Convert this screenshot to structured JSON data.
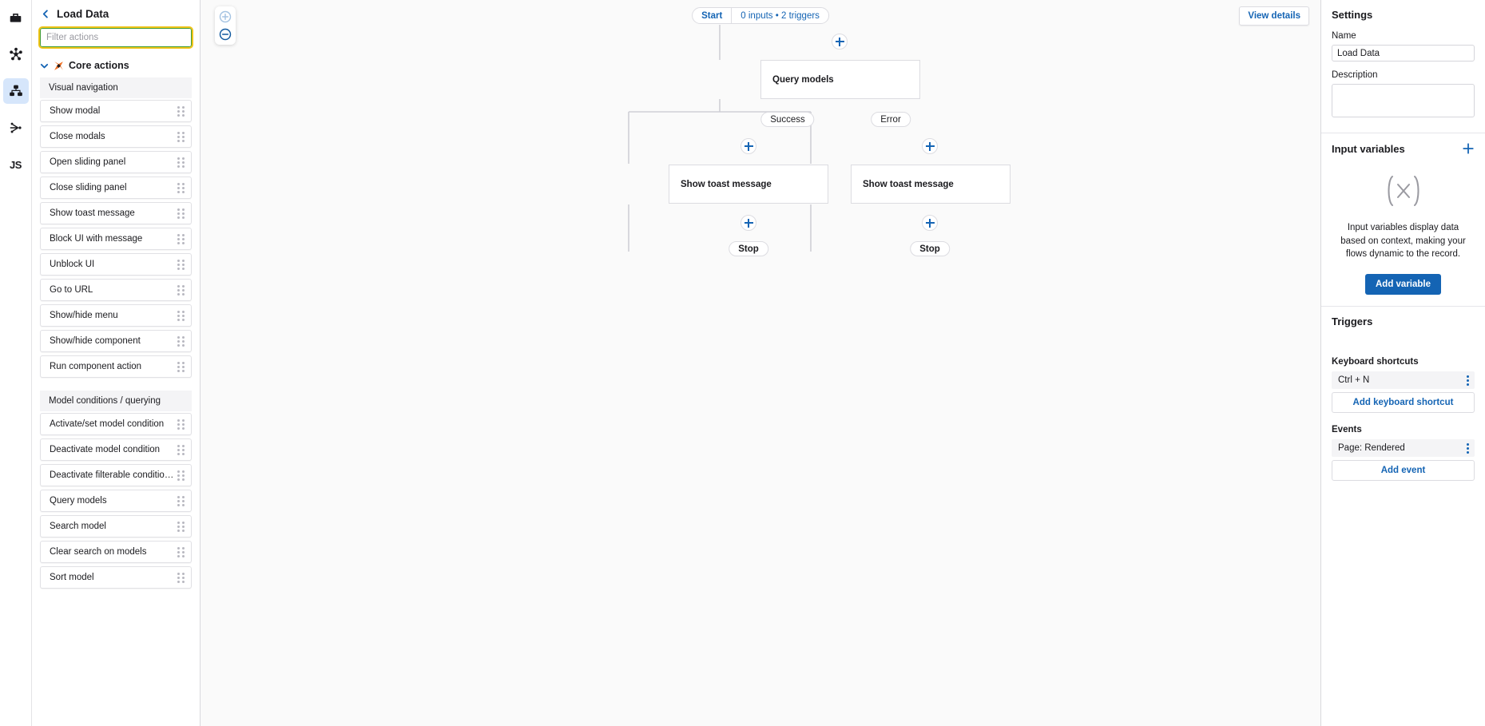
{
  "rail": {
    "items": [
      {
        "name": "toolbox-icon",
        "label": "Toolbox",
        "active": false
      },
      {
        "name": "model-graph-icon",
        "label": "Models",
        "active": false
      },
      {
        "name": "hierarchy-icon",
        "label": "Flows",
        "active": true
      },
      {
        "name": "branch-merge-icon",
        "label": "Branches",
        "active": false
      },
      {
        "name": "javascript-icon",
        "label": "JS",
        "active": false
      }
    ]
  },
  "actions_panel": {
    "back_label": "Load Data",
    "filter_placeholder": "Filter actions",
    "filter_value": "",
    "group": {
      "label": "Core actions",
      "icon": "puzzle-piece-icon",
      "expanded": true
    },
    "sections": [
      {
        "heading": "Visual navigation",
        "items": [
          "Show modal",
          "Close modals",
          "Open sliding panel",
          "Close sliding panel",
          "Show toast message",
          "Block UI with message",
          "Unblock UI",
          "Go to URL",
          "Show/hide menu",
          "Show/hide component",
          "Run component action"
        ]
      },
      {
        "heading": "Model conditions / querying",
        "items": [
          "Activate/set model condition",
          "Deactivate model condition",
          "Deactivate filterable conditions on ...",
          "Query models",
          "Search model",
          "Clear search on models",
          "Sort model"
        ]
      }
    ]
  },
  "canvas": {
    "zoom_in_label": "+",
    "zoom_out_label": "−",
    "zoom_in_disabled": true,
    "start_label": "Start",
    "meta_label": "0 inputs • 2 triggers",
    "view_details_label": "View details",
    "nodes": [
      {
        "id": "query-models",
        "label": "Query models",
        "type": "action"
      },
      {
        "id": "success-branch",
        "label": "Success",
        "type": "chip"
      },
      {
        "id": "error-branch",
        "label": "Error",
        "type": "chip"
      },
      {
        "id": "toast-success",
        "label": "Show toast message",
        "type": "action"
      },
      {
        "id": "toast-error",
        "label": "Show toast message",
        "type": "action"
      },
      {
        "id": "stop-success",
        "label": "Stop",
        "type": "chip"
      },
      {
        "id": "stop-error",
        "label": "Stop",
        "type": "chip"
      }
    ],
    "add_buttons": 5
  },
  "settings": {
    "title": "Settings",
    "name_label": "Name",
    "name_value": "Load Data",
    "description_label": "Description",
    "description_value": "",
    "input_variables": {
      "title": "Input variables",
      "add_icon": "plus-icon",
      "empty_icon": "function-variable-icon",
      "empty_text": "Input variables display data based on context, making your flows dynamic to the record.",
      "add_button_label": "Add variable"
    },
    "triggers": {
      "title": "Triggers",
      "keyboard_shortcuts_label": "Keyboard shortcuts",
      "shortcuts": [
        "Ctrl + N"
      ],
      "add_shortcut_label": "Add keyboard shortcut",
      "events_label": "Events",
      "events": [
        "Page: Rendered"
      ],
      "add_event_label": "Add event"
    }
  },
  "colors": {
    "accent": "#1464b4",
    "canvas_bg": "#fafafa",
    "focus_ring": "#f0c419",
    "focus_border": "#3d9b35",
    "rail_active": "#d6e6fb"
  }
}
